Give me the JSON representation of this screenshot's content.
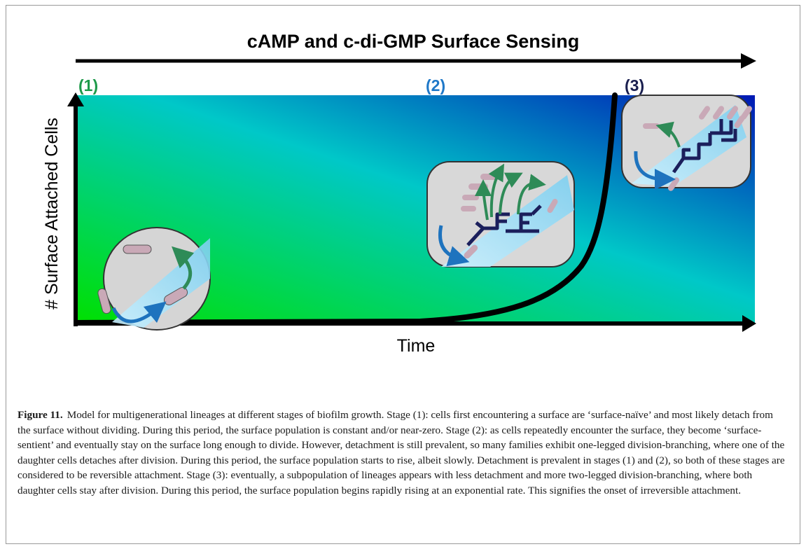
{
  "figure": {
    "top_title": "cAMP and c-di-GMP Surface Sensing",
    "y_axis_label": "# Surface Attached Cells",
    "x_axis_label": "Time",
    "stages": [
      {
        "label": "(1)",
        "color": "#1e9a4a"
      },
      {
        "label": "(2)",
        "color": "#1f78c8"
      },
      {
        "label": "(3)",
        "color": "#1a1f4f"
      }
    ],
    "colors": {
      "gradient_start": "#00e000",
      "gradient_mid": "#00c8c8",
      "gradient_end": "#0018b4",
      "lineage": "#1b1f5c",
      "cell": "#c9a9b7",
      "green_arrow": "#2e8b57",
      "blue_arrow": "#1e73be"
    }
  },
  "caption": {
    "label": "Figure 11.",
    "text": "Model for multigenerational lineages at different stages of biofilm growth. Stage (1): cells first encountering a surface are ‘surface-naïve’ and most likely detach from the surface without dividing. During this period, the surface population is constant and/or near-zero. Stage (2): as cells repeatedly encounter the surface, they become ‘surface-sentient’ and eventually stay on the surface long enough to divide. However, detachment is still prevalent, so many families exhibit one-legged division-branching, where one of the daughter cells detaches after division. During this period, the surface population starts to rise, albeit slowly. Detachment is prevalent in stages (1) and (2), so both of these stages are considered to be reversible attachment. Stage (3): eventually, a subpopulation of lineages appears with less detachment and more two-legged division-branching, where both daughter cells stay after division. During this period, the surface population begins rapidly rising at an exponential rate. This signifies the onset of irreversible attachment."
  }
}
